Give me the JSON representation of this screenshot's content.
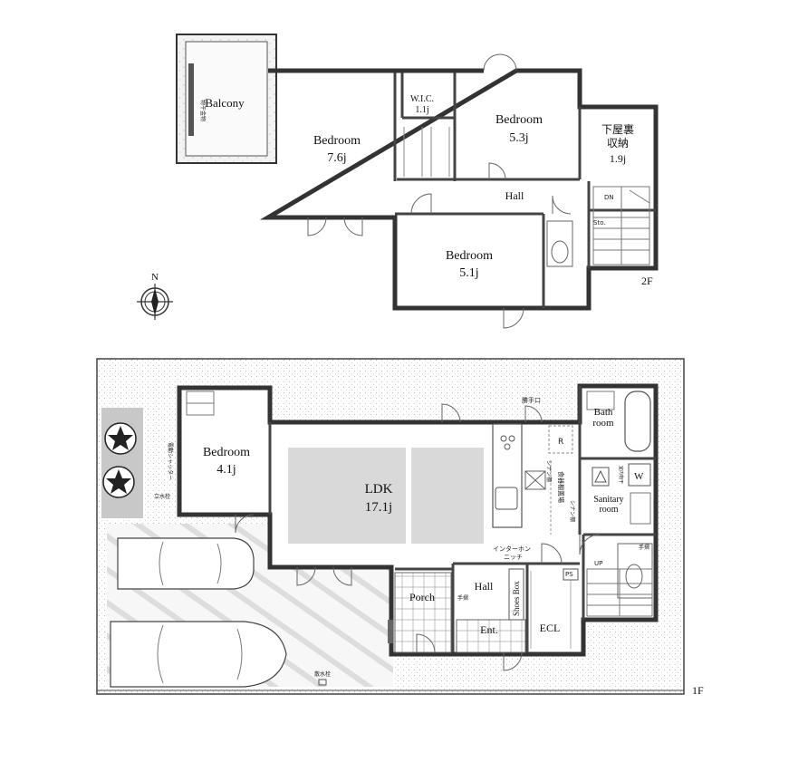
{
  "floor2": {
    "label": "2F",
    "balcony": "Balcony",
    "balcony_note": "物干金物",
    "bedroom_a": {
      "name": "Bedroom",
      "size": "7.6j"
    },
    "wic": {
      "name": "W.I.C.",
      "size": "1.1j"
    },
    "bedroom_b": {
      "name": "Bedroom",
      "size": "5.3j"
    },
    "attic": {
      "name_line1": "下屋裏",
      "name_line2": "収納",
      "size": "1.9j"
    },
    "hall": "Hall",
    "dn": "DN",
    "sto": "Sto.",
    "bedroom_c": {
      "name": "Bedroom",
      "size": "5.1j"
    }
  },
  "compass": {
    "north": "N"
  },
  "floor1": {
    "label": "1F",
    "bedroom": {
      "name": "Bedroom",
      "size": "4.1j"
    },
    "shutter_note": "電動シャッター",
    "faucet_note": "立水栓",
    "ldk": {
      "name": "LDK",
      "size": "17.1j"
    },
    "kitchen_door": "勝手口",
    "fridge": "R",
    "storage_note1": "シナン棚",
    "storage_note2": "食器棚置場",
    "storage_note3": "シナン棚",
    "bath": {
      "line1": "Bath",
      "line2": "room"
    },
    "sanitary": {
      "line1": "Sanitary",
      "line2": "room"
    },
    "washer": "W",
    "vanity_note": "室内物干",
    "intercom1": "インターホン",
    "intercom2": "ニッチ",
    "handrail1": "手摺",
    "handrail2": "手摺",
    "hall": "Hall",
    "shoes_box": "Shoes Box",
    "ps": "PS",
    "up": "UP",
    "porch": "Porch",
    "ent": "Ent.",
    "ecl": "ECL",
    "water_note": "散水栓"
  }
}
